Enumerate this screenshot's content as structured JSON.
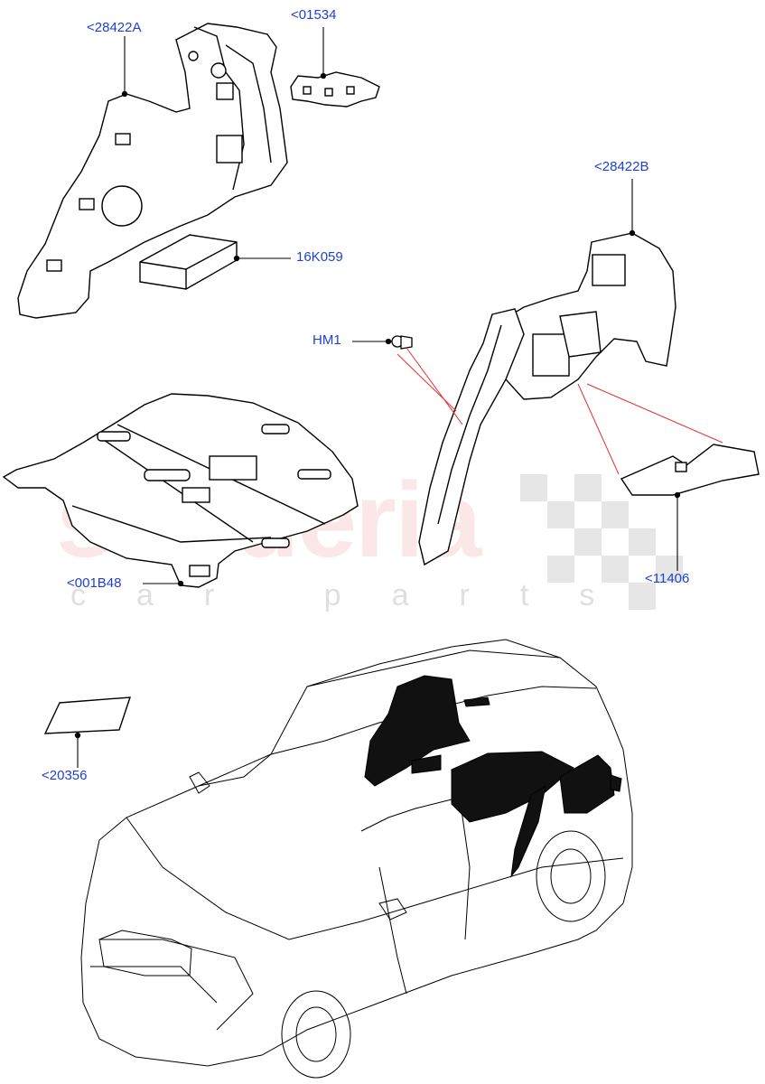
{
  "watermark": {
    "brand": "scuderia",
    "sub": "car parts"
  },
  "callouts": {
    "p28422A": "<28422A",
    "p01534": "<01534",
    "p28422B": "<28422B",
    "p16K059": "16K059",
    "pHM1": "HM1",
    "p001B48": "<001B48",
    "p11406": "<11406",
    "p20356": "<20356"
  },
  "colors": {
    "callout": "#1f3fd6",
    "line": "#000000",
    "leader_red": "#e53030",
    "part_fill_car": "#111111"
  }
}
